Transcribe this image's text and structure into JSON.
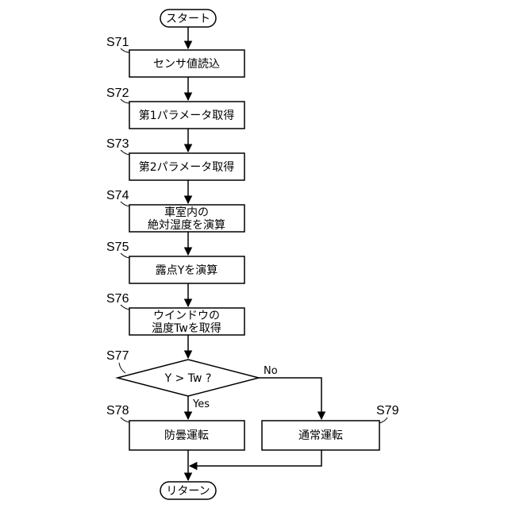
{
  "start": "スタート",
  "end": "リターン",
  "steps": {
    "s71": {
      "id": "S71",
      "lines": [
        "センサ値読込"
      ]
    },
    "s72": {
      "id": "S72",
      "lines": [
        "第1パラメータ取得"
      ]
    },
    "s73": {
      "id": "S73",
      "lines": [
        "第2パラメータ取得"
      ]
    },
    "s74": {
      "id": "S74",
      "lines": [
        "車室内の",
        "絶対湿度を演算"
      ]
    },
    "s75": {
      "id": "S75",
      "lines": [
        "露点Yを演算"
      ]
    },
    "s76": {
      "id": "S76",
      "lines": [
        "ウインドウの",
        "温度Twを取得"
      ]
    },
    "s77": {
      "id": "S77",
      "lines": [
        "Y > Tw ?"
      ]
    },
    "s78": {
      "id": "S78",
      "lines": [
        "防曇運転"
      ]
    },
    "s79": {
      "id": "S79",
      "lines": [
        "通常運転"
      ]
    }
  },
  "branches": {
    "yes": "Yes",
    "no": "No"
  }
}
